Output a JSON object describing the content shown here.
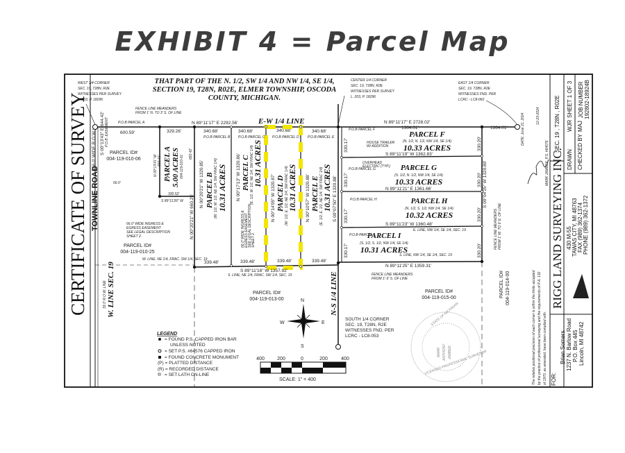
{
  "page_title": "EXHIBIT 4 = Parcel Map",
  "header_note": [
    "THAT PART OF THE N. 1/2, SW 1/4 AND NW 1/4, SE 1/4,",
    "SECTION 19, T28N, R02E, ELMER TOWNSHIP, OSCODA",
    "COUNTY, MICHIGAN."
  ],
  "corners": {
    "west": [
      "WEST 1/4 CORNER",
      "SEC. 19, T28N, R2E",
      "WITNESSES PER SURVEY",
      "L. 203, P. 18296"
    ],
    "center": [
      "CENTER 1/4 CORNER",
      "SEC. 19, T28N, R2E",
      "WITNESSES PER SURVEY",
      "L. 203, P. 18296"
    ],
    "east": [
      "EAST 1/4 CORNER",
      "SEC. 19, T28N, R2E",
      "WITNESSES FND. PER",
      "LCRC - LC8-060"
    ],
    "south": [
      "SOUTH 1/4 CORNER",
      "SEC. 19, T28N, R2E",
      "WITNESSES FND. PER",
      "LCRC - LC8-053"
    ]
  },
  "lines": {
    "ew_quarter": "E-W 1/4 LINE",
    "ns_quarter": "N-S 1/4 LINE",
    "w_line": "W. LINE SEC. 19",
    "row_line": "33.0' R.O.W. LINE",
    "road": "TOWNLINE ROAD",
    "road_width": "(66.0' WIDE R.O.W.)",
    "e_line_nw_se": "E. LINE, NW 1/4, SE 1/4, SEC. 19",
    "s_line_nw_se": "S. LINE, NW 1/4, SE 1/4, SEC. 19",
    "s_line_ne_sw": "S. LINE, NE 1/4, FRAC. SW 1/4, SEC. 19",
    "w_line_ne_sw": "W. LINE, NE 1/4, FRAC. SW 1/4, SEC. 19"
  },
  "notes": {
    "fence_top": [
      "FENCE LINE MEANDERS",
      "FROM 1' N. TO 3' S. OF LINE"
    ],
    "fence_bottom": [
      "FENCE LINE MEANDERS",
      "FROM 1'-3' S. OF LINE"
    ],
    "fence_right": [
      "FENCE LINE MEANDERS",
      "FROM 1' W. TO 6' E. OF LINE"
    ],
    "easement": [
      "66.0' WIDE INGRESS &",
      "EGRESS EASEMENT",
      "SEE LEGAL DESCRIPTION",
      "SHEET 2."
    ],
    "house_trailer": [
      "HOUSE TRAILER",
      "W/ ADDITION"
    ],
    "overhead": [
      "OVERHEAD",
      "ELECTRIC (TYP.)"
    ],
    "pob_easement": "P.O.B. EASEMENT",
    "dim_66": "66.0'"
  },
  "bearings": {
    "top_west": "N 89°11'17\" E  2292.56'",
    "top_east": "N 89°11'17\" E  2728.02'",
    "bottom_west": "S 89°11'16\" W  1357.92'",
    "west_line": "S 00°13'43\" E  644.42'",
    "a_west": "N 00°13'41\" W",
    "a_bottom": "S 89°11'26\" W",
    "b_west": "N 00°20'21\" W  1320.85'",
    "b_west_lower": "N 00°20'21\" W  660.25'",
    "c_west": "N 00°17'13\" W  1320.86'",
    "d_west": "N 00°14'05\" W  1320.87'",
    "e_west": "N 00°10'57\" W  1320.88'",
    "ns_line": "S 00°07'50\" E  1320.88'",
    "east_line": "S 00°04'25\" W  1320.80'",
    "f_bottom": "S 89°11'19\" W  1362.83'",
    "g_bottom": "N 89°11'21\" E  1361.66'",
    "h_bottom": "S 89°11'23\" W  1360.48'",
    "i_bottom": "N 89°11'25\" E  1359.31'"
  },
  "distances": {
    "w_600": "600.59'",
    "a_top": "329.26'",
    "a_side": "660.41'",
    "a_east": "660.42'",
    "a_bottom": "330.52'",
    "top_b": "340.68'",
    "top_c": "340.68'",
    "top_d": "340.68'",
    "top_e": "340.68'",
    "bot_b": "339.48'",
    "bot_c": "339.48'",
    "bot_d": "339.48'",
    "bot_e": "339.48'",
    "f_top": "1364.01'",
    "east_top": "1364.01'",
    "ns_seg": "330.17'",
    "east_seg": "330.20'"
  },
  "parcels": [
    {
      "id": "A",
      "name": "PARCEL A",
      "acres": "5.00 ACRES",
      "desc": "004-119-010-01",
      "pob": "P.O.B PARCEL A"
    },
    {
      "id": "B",
      "name": "PARCEL B",
      "acres": "10.31 ACRES",
      "desc": "(W. 1/2, W. 1/2, NE 1/4, SW FRAC 1/4)",
      "pob": "P.O.B PARCEL B"
    },
    {
      "id": "C",
      "name": "PARCEL C",
      "acres": "10.31 ACRES",
      "desc": "(E. 1/2, W. 1/2, NE 1/4, SW FRAC 1/4)",
      "pob": "P.O.B PARCEL C"
    },
    {
      "id": "D",
      "name": "PARCEL D",
      "acres": "10.31 ACRES",
      "desc": "(W. 1/2, E. 1/2, NE 1/4, SW FRAC 1/4)",
      "pob": "P.O.B PARCEL D"
    },
    {
      "id": "E",
      "name": "PARCEL E",
      "acres": "10.31 ACRES",
      "desc": "(E. 1/2, E. 1/2, NE 1/4, SW FRAC 1/4)",
      "pob": "P.O.B PARCEL E"
    },
    {
      "id": "F",
      "name": "PARCEL F",
      "acres": "10.33 ACRES",
      "desc": "(N. 1/2, N. 1/2, NW 1/4, SE 1/4)",
      "pob": "P.O.B PARCEL F"
    },
    {
      "id": "G",
      "name": "PARCEL G",
      "acres": "10.33 ACRES",
      "desc": "(S. 1/2, N. 1/2, NW 1/4, SE 1/4)",
      "pob": "P.O.B PARCEL G"
    },
    {
      "id": "H",
      "name": "PARCEL H",
      "acres": "10.32 ACRES",
      "desc": "(N. 1/2, S. 1/2, NW 1/4, SE 1/4)",
      "pob": "P.O.B PARCEL H"
    },
    {
      "id": "I",
      "name": "PARCEL I",
      "acres": "10.31 ACRES",
      "desc": "(S. 1/2, S. 1/2, NW 1/4, SE 1/4)",
      "pob": "P.O.B PARCEL I"
    }
  ],
  "highlighted_parcel": "D",
  "highlight_color": "#f2e600",
  "parcel_ids": {
    "p010_06": [
      "PARCEL ID#",
      "004-119-010-06"
    ],
    "p010_25": [
      "PARCEL ID#",
      "004-119-010-25"
    ],
    "p013_00": [
      "PARCEL ID#",
      "004-119-013-00"
    ],
    "p015_00": [
      "PARCEL ID#",
      "004-119-015-00"
    ],
    "p014_00": [
      "PARCEL ID#",
      "004-119-014-00"
    ]
  },
  "compass": {
    "n": "N",
    "s": "S",
    "e": "E",
    "w": "W"
  },
  "legend": {
    "title": "LEGEND",
    "items": [
      "= FOUND P.S. CAPPED IRON BAR",
      "UNLESS NOTED",
      "= SET P.S. #64576 CAPPED IRON",
      "= FOUND CONCRETE MONUMENT",
      "(P) = PLATTED DISTANCE",
      "(R) = RECORDED DISTANCE",
      "= SET LATH ON-LINE"
    ]
  },
  "scale": {
    "ticks": [
      "400",
      "200",
      "0",
      "200",
      "400"
    ],
    "label": "SCALE:  1\" = 400"
  },
  "certificate_title": "CERTIFICATE OF SURVEY",
  "seal": [
    "STATE OF MICHIGAN",
    "MARK",
    "ANTHONY",
    "JAMBEK",
    "LICENSED PROFESSIONAL SURVEYOR"
  ],
  "statement": [
    "The relative positional precision of each corner is within the limits accepted",
    "by the practice of professional surveying and the requirements of P.A. 132",
    "of 1970, as amended, have been complied with."
  ],
  "signature": {
    "name": "MARK JAMBEK, P.S. #64576",
    "date": "DATE: June 21, 2024",
    "handwritten_date": "12-23-2024"
  },
  "title_block": {
    "sec": "SEC. 19  ,  T28N  ,  R02E",
    "drawn": "DRAWN",
    "drawn_by": "WJR",
    "sheet": "SHEET 1 OF 3",
    "checked": "CHECKED BY",
    "checked_by": "MAJ",
    "job_label": "JOB NUMBER",
    "job_number": "192802-18924B",
    "company": "RIGG LAND SURVEYING INC.",
    "address": [
      "430 M-55",
      "TAWAS CITY, MI 48763",
      "FAX (989) 362-1374",
      "PHONE (989) 362-1372"
    ],
    "for_label": "FOR:",
    "client": [
      "Brian Somers",
      "1237 N. Barlow Road",
      "P.O. Box 445",
      "Lincoln, MI 48742"
    ]
  }
}
